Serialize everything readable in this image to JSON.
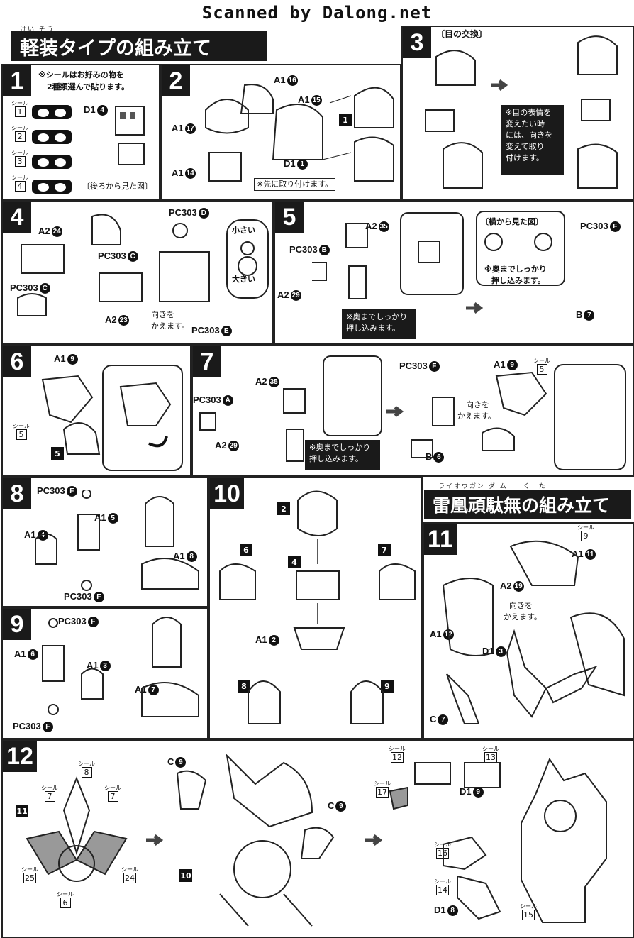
{
  "header": {
    "scanned": "Scanned by Dalong.net"
  },
  "section_light": {
    "ruby": "けい そう",
    "title": "軽装タイプの組み立て"
  },
  "section_rai": {
    "ruby": "ライオウガン ダ ム　　く　た",
    "title": "雷凰頑駄無の組み立て"
  },
  "step1": {
    "num": "1",
    "note_l1": "※シールはお好みの物を",
    "note_l2": "2種類選んで貼ります。",
    "seal_word": "シール",
    "seals": [
      "1",
      "2",
      "3",
      "4"
    ],
    "part": "D1",
    "part_no": "4",
    "caption": "〔後ろから見た図〕"
  },
  "step2": {
    "num": "2",
    "parts": [
      {
        "p": "A1",
        "n": "16"
      },
      {
        "p": "A1",
        "n": "15"
      },
      {
        "p": "A1",
        "n": "17"
      },
      {
        "p": "A1",
        "n": "14"
      },
      {
        "p": "D1",
        "n": "1"
      }
    ],
    "note": "※先に取り付けます。",
    "sub": "1"
  },
  "step3": {
    "num": "3",
    "title": "〔目の交換〕",
    "note_l1": "※目の表情を",
    "note_l2": "変えたい時",
    "note_l3": "には、向きを",
    "note_l4": "変えて取り",
    "note_l5": "付けます。"
  },
  "step4": {
    "num": "4",
    "parts": [
      {
        "p": "A2",
        "n": "24"
      },
      {
        "p": "PC303",
        "n": "C"
      },
      {
        "p": "PC303",
        "n": "C"
      },
      {
        "p": "A2",
        "n": "23"
      },
      {
        "p": "PC303",
        "n": "D"
      },
      {
        "p": "PC303",
        "n": "E"
      }
    ],
    "small": "小さい",
    "large": "大きい",
    "turn_l1": "向きを",
    "turn_l2": "かえます。"
  },
  "step5": {
    "num": "5",
    "parts": [
      {
        "p": "A2",
        "n": "35"
      },
      {
        "p": "PC303",
        "n": "B"
      },
      {
        "p": "A2",
        "n": "29"
      },
      {
        "p": "PC303",
        "n": "F"
      },
      {
        "p": "B",
        "n": "7"
      }
    ],
    "push_l1": "※奥までしっかり",
    "push_l2": "押し込みます。",
    "side_view": "〔横から見た図〕",
    "push2_l1": "※奥までしっかり",
    "push2_l2": "押し込みます。"
  },
  "step6": {
    "num": "6",
    "parts": [
      {
        "p": "A1",
        "n": "9"
      }
    ],
    "seal_word": "シール",
    "seal": "5",
    "sub": "5"
  },
  "step7": {
    "num": "7",
    "parts": [
      {
        "p": "A2",
        "n": "35"
      },
      {
        "p": "PC303",
        "n": "A"
      },
      {
        "p": "A2",
        "n": "29"
      },
      {
        "p": "PC303",
        "n": "F"
      },
      {
        "p": "B",
        "n": "6"
      },
      {
        "p": "A1",
        "n": "9"
      }
    ],
    "push_l1": "※奥までしっかり",
    "push_l2": "押し込みます。",
    "turn_l1": "向きを",
    "turn_l2": "かえます。",
    "seal_word": "シール",
    "seal": "5"
  },
  "step8": {
    "num": "8",
    "parts": [
      {
        "p": "PC303",
        "n": "F"
      },
      {
        "p": "A1",
        "n": "5"
      },
      {
        "p": "A1",
        "n": "4"
      },
      {
        "p": "PC303",
        "n": "F"
      },
      {
        "p": "A1",
        "n": "8"
      }
    ]
  },
  "step9": {
    "num": "9",
    "parts": [
      {
        "p": "PC303",
        "n": "F"
      },
      {
        "p": "A1",
        "n": "6"
      },
      {
        "p": "A1",
        "n": "3"
      },
      {
        "p": "PC303",
        "n": "F"
      },
      {
        "p": "A1",
        "n": "7"
      }
    ]
  },
  "step10": {
    "num": "10",
    "subs": [
      "2",
      "6",
      "4",
      "7",
      "8",
      "9"
    ],
    "parts": [
      {
        "p": "A1",
        "n": "2"
      }
    ]
  },
  "step11": {
    "num": "11",
    "parts": [
      {
        "p": "A1",
        "n": "11"
      },
      {
        "p": "A2",
        "n": "19"
      },
      {
        "p": "A1",
        "n": "12"
      },
      {
        "p": "D1",
        "n": "3"
      },
      {
        "p": "C",
        "n": "7"
      }
    ],
    "seal_word": "シール",
    "seal": "9",
    "turn_l1": "向きを",
    "turn_l2": "かえます。"
  },
  "step12": {
    "num": "12",
    "seal_word": "シール",
    "seals_left": [
      "8",
      "7",
      "7",
      "25",
      "24",
      "6"
    ],
    "sub_left": "11",
    "parts_mid": [
      {
        "p": "C",
        "n": "9"
      },
      {
        "p": "C",
        "n": "9"
      }
    ],
    "sub_mid": "10",
    "seals_right": [
      "12",
      "13",
      "17",
      "16",
      "14",
      "15"
    ],
    "parts_right": [
      {
        "p": "D1",
        "n": "9"
      },
      {
        "p": "D1",
        "n": "8"
      }
    ]
  }
}
